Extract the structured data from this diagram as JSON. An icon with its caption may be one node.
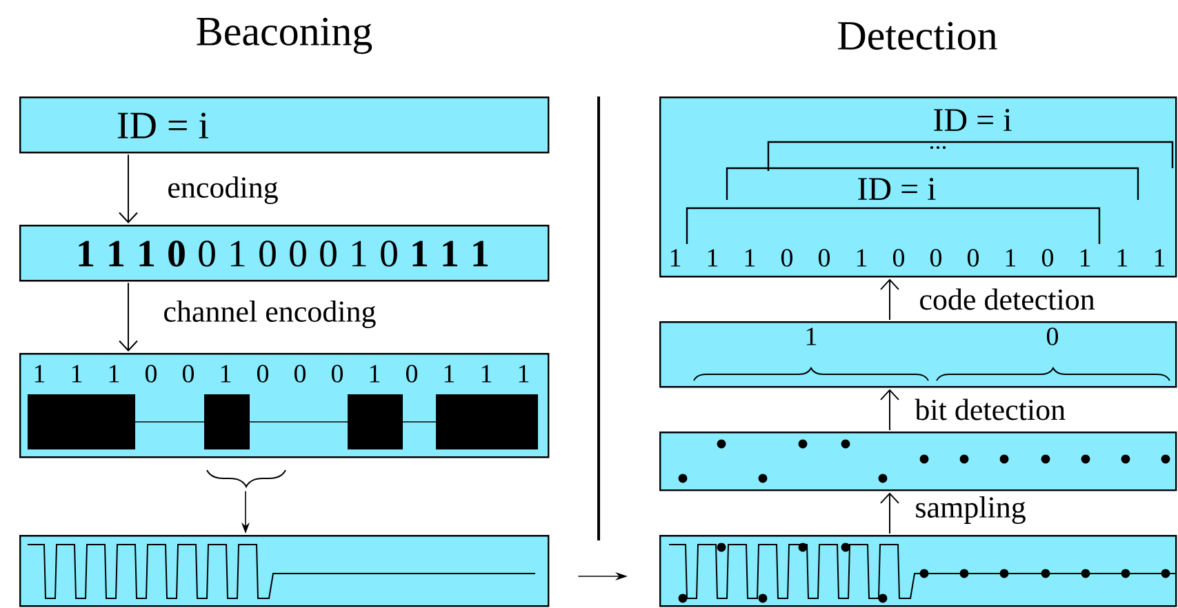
{
  "diagram": {
    "nodes": [
      {
        "text": [
          "ID = i"
        ]
      },
      {
        "text": [
          "**1 1 1 0** 0 1 0 0 0 1 0 **1 1 1**"
        ]
      },
      {
        "text": [
          "1 1 1 0 0 1 0 0 0 1 0 1 1 1"
        ]
      },
      {
        "text": [],
        "shape": "box"
      },
      {
        "text": [
          "ID = i",
          "...",
          "ID = i",
          "1 1 1 0 0 1 0 0 0 1 0 1 1 1"
        ]
      },
      {
        "text": [
          "1",
          "0"
        ]
      },
      {
        "text": [],
        "shape": "box"
      },
      {
        "text": [],
        "shape": "box"
      }
    ],
    "edges": [
      {
        "from": 0,
        "to": 1,
        "arrow": "to",
        "label": "encoding"
      },
      {
        "from": 1,
        "to": 2,
        "arrow": "to",
        "label": "channel encoding"
      },
      {
        "from": 2,
        "to": 3,
        "arrow": "to"
      },
      {
        "from": 3,
        "to": 7,
        "arrow": "to"
      },
      {
        "from": 7,
        "to": 6,
        "arrow": "to",
        "label": "sampling"
      },
      {
        "from": 6,
        "to": 5,
        "arrow": "to",
        "label": "bit detection"
      },
      {
        "from": 5,
        "to": 4,
        "arrow": "to",
        "label": "code detection"
      }
    ],
    "labels": [
      "Beaconing",
      "Detection"
    ]
  }
}
